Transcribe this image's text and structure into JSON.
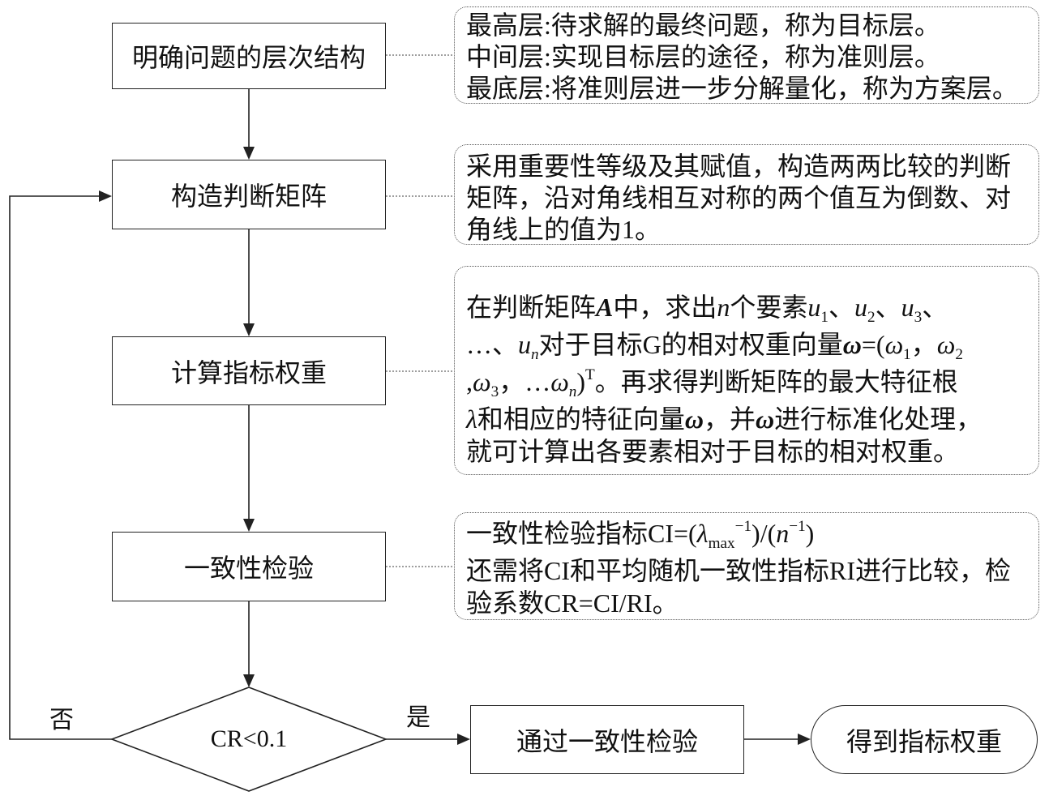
{
  "steps": {
    "hierarchy": "明确问题的层次结构",
    "matrix": "构造判断矩阵",
    "weights": "计算指标权重",
    "consistency": "一致性检验"
  },
  "decision": {
    "condition": "CR<0.1",
    "no": "否",
    "yes": "是"
  },
  "pass": "通过一致性检验",
  "end": "得到指标权重",
  "notes": {
    "hierarchy": [
      [
        {
          "t": "最高层:待求解的最终问题，称为目标层。"
        }
      ],
      [
        {
          "t": "中间层:实现目标层的途径，称为准则层。"
        }
      ],
      [
        {
          "t": "最底层:将准则层进一步分解量化，称为方案层。"
        }
      ]
    ],
    "matrix": [
      [
        {
          "t": "采用重要性等级及其赋值，构造两两比较的判断"
        }
      ],
      [
        {
          "t": "矩阵，沿对角线相互对称的两个值互为倒数、对"
        }
      ],
      [
        {
          "t": "角线上的值为1。"
        }
      ]
    ],
    "weights": [
      [
        {
          "t": "在判断矩阵"
        },
        {
          "bi": "A"
        },
        {
          "t": "中，求出"
        },
        {
          "i": "n"
        },
        {
          "t": "个要素"
        },
        {
          "i": "u"
        },
        {
          "sub": "1"
        },
        {
          "t": "、"
        },
        {
          "i": "u"
        },
        {
          "sub": "2"
        },
        {
          "t": "、"
        },
        {
          "i": "u"
        },
        {
          "sub": "3"
        },
        {
          "t": "、"
        }
      ],
      [
        {
          "t": "…、"
        },
        {
          "i": "u"
        },
        {
          "isub": "n"
        },
        {
          "t": "对于目标G的相对权重向量"
        },
        {
          "bi": "ω"
        },
        {
          "t": "=("
        },
        {
          "i": "ω"
        },
        {
          "sub": "1"
        },
        {
          "t": "，"
        },
        {
          "i": "ω"
        },
        {
          "sub": "2"
        }
      ],
      [
        {
          "t": ","
        },
        {
          "i": "ω"
        },
        {
          "sub": "3"
        },
        {
          "t": "，…"
        },
        {
          "i": "ω"
        },
        {
          "isub": "n"
        },
        {
          "t": ")"
        },
        {
          "sup": "T"
        },
        {
          "t": "。再求得判断矩阵的最大特征根"
        }
      ],
      [
        {
          "i": "λ"
        },
        {
          "t": "和相应的特征向量"
        },
        {
          "bi": "ω"
        },
        {
          "t": "，并"
        },
        {
          "bi": "ω"
        },
        {
          "t": "进行标准化处理，"
        }
      ],
      [
        {
          "t": "就可计算出各要素相对于目标的相对权重。"
        }
      ]
    ],
    "consistency": [
      [
        {
          "t": "一致性检验指标CI=("
        },
        {
          "i": "λ"
        },
        {
          "sub": "max"
        },
        {
          "sup": "−1"
        },
        {
          "t": ")/("
        },
        {
          "i": "n"
        },
        {
          "sup": "−1"
        },
        {
          "t": ")"
        }
      ],
      [
        {
          "t": "还需将CI和平均随机一致性指标RI进行比较，检"
        }
      ],
      [
        {
          "t": "验系数CR=CI/RI。"
        }
      ]
    ]
  }
}
